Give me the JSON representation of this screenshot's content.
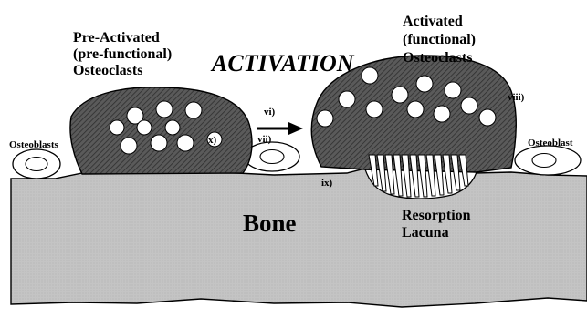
{
  "labels": {
    "pre_activated": [
      "Pre-Activated",
      "(pre-functional)",
      "Osteoclasts"
    ],
    "activation": "ACTIVATION",
    "activated": [
      "Activated",
      "(functional)",
      "Osteoclasts"
    ],
    "osteoblasts_left": "Osteoblasts",
    "osteoblasts_right": "Osteoblast",
    "bone": "Bone",
    "resorption": [
      "Resorption",
      "Lacuna"
    ],
    "markers": {
      "vi": "vi)",
      "vii": "vii)",
      "viii": "viii)",
      "ix": "ix)",
      "x": "x)"
    }
  },
  "colors": {
    "osteoclast_fill": "#5a5a5a",
    "bone_fill": "#c4c4c4",
    "outline": "#000000",
    "cell_fill": "#ffffff"
  }
}
